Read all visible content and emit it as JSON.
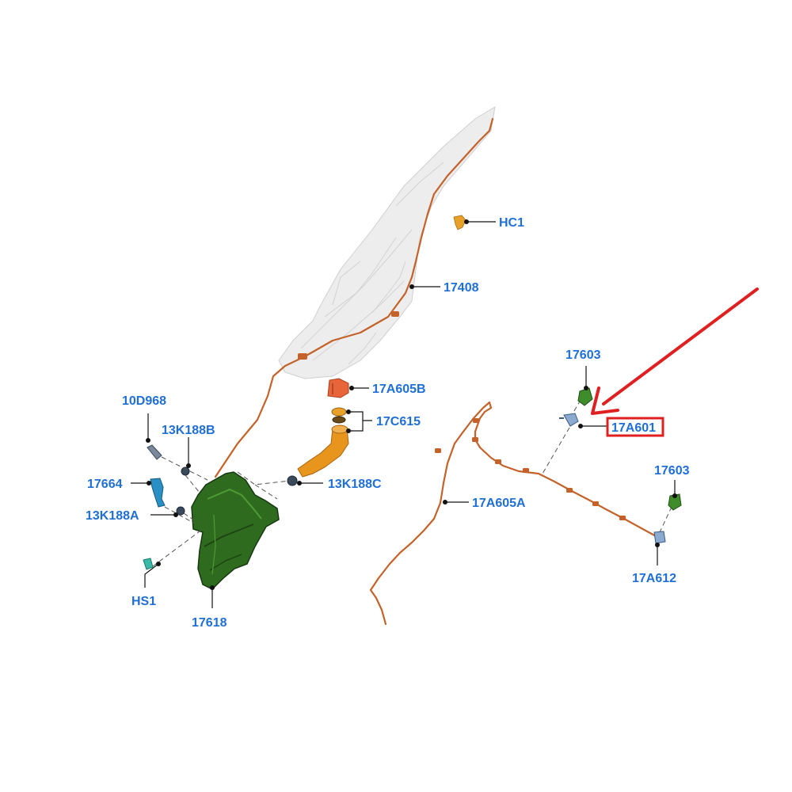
{
  "diagram": {
    "callouts": {
      "hc1": "HC1",
      "p17408": "17408",
      "p17a605b": "17A605B",
      "p17c615": "17C615",
      "p10d968": "10D968",
      "p13k188b": "13K188B",
      "p17664": "17664",
      "p13k188a": "13K188A",
      "p13k188c": "13K188C",
      "hs1": "HS1",
      "p17618": "17618",
      "p17603_top": "17603",
      "p17a601": "17A601",
      "p17603_right": "17603",
      "p17a605a": "17A605A",
      "p17a612": "17A612"
    },
    "highlighted_part": "17A601",
    "colors": {
      "label": "#1f6fd6",
      "hose": "#c4622a",
      "reservoir": "#2f6b1f",
      "filler_neck": "#e8951e",
      "arrow": "#e02020",
      "highlight_box": "#e02020",
      "nozzle": "#3f8c2a",
      "pump": "#2a8fc4",
      "panel": "#ededed"
    }
  }
}
